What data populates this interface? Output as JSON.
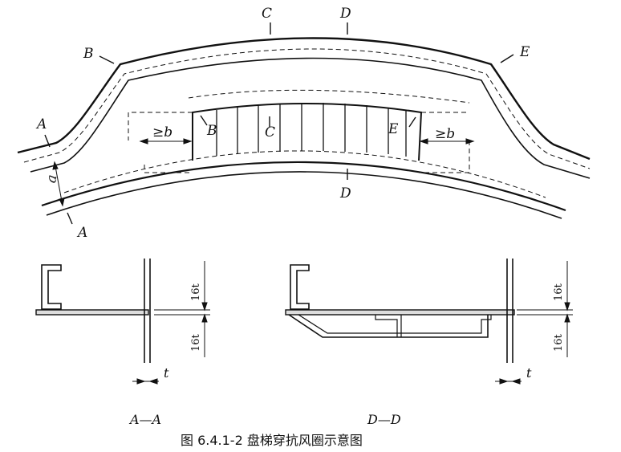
{
  "caption": "图 6.4.1-2  盘梯穿抗风圈示意图",
  "plan_view": {
    "cut_labels": [
      "A",
      "A",
      "B",
      "C",
      "D",
      "E",
      "D"
    ],
    "inner_labels": [
      "B",
      "C",
      "E"
    ],
    "dim_a": "a",
    "dim_b": "≥b"
  },
  "section_aa": {
    "title": "A—A",
    "dim_16t": "16t",
    "dim_t": "t"
  },
  "section_dd": {
    "title": "D—D",
    "dim_16t": "16t",
    "dim_t": "t"
  }
}
